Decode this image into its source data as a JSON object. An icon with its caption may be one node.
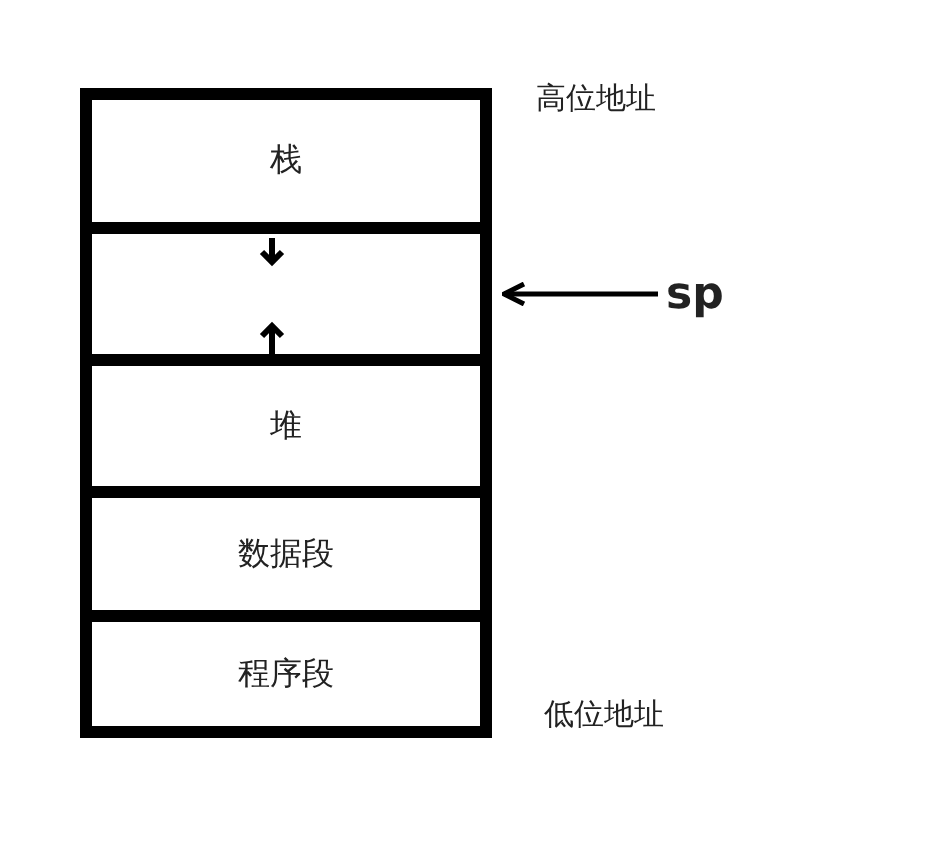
{
  "diagram": {
    "nodes": [
      {
        "text": [
          "栈"
        ]
      },
      {
        "text": [],
        "shape": "box"
      },
      {
        "text": [
          "堆"
        ]
      },
      {
        "text": [
          "数据段"
        ]
      },
      {
        "text": [
          "程序段"
        ]
      },
      {
        "text": [
          "sp"
        ]
      }
    ],
    "edges": [
      {
        "from": 5,
        "to": 1,
        "arrow": "to"
      }
    ],
    "labels": [
      "高位地址",
      "低位地址"
    ]
  }
}
